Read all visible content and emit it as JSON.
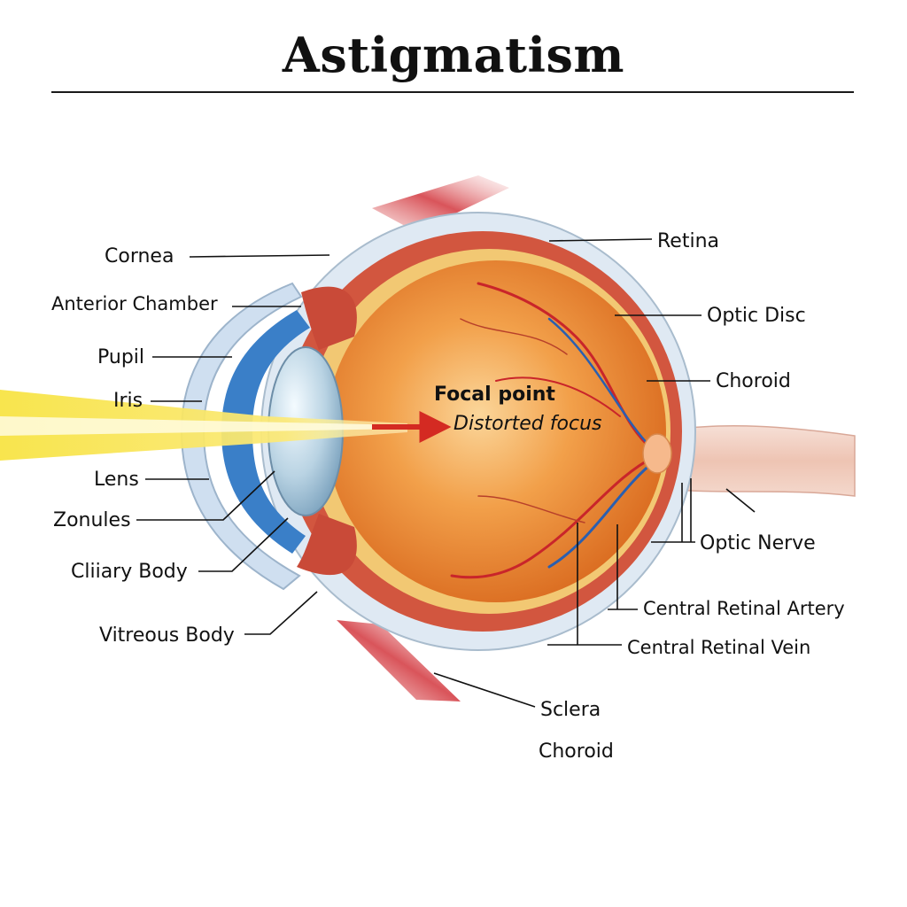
{
  "title": "Astigmatism",
  "annotations": {
    "focal_point": "Focal point",
    "distorted_focus": "Distorted focus"
  },
  "labels": {
    "cornea": "Cornea",
    "anterior_chamber": "Anterior Chamber",
    "pupil": "Pupil",
    "iris": "Iris",
    "lens": "Lens",
    "zonules": "Zonules",
    "ciliary_body": "Cliiary Body",
    "vitreous_body": "Vitreous Body",
    "retina": "Retina",
    "optic_disc": "Optic Disc",
    "choroid_right": "Choroid",
    "optic_nerve": "Optic Nerve",
    "central_retinal_artery": "Central Retinal Artery",
    "central_retinal_vein": "Central Retinal Vein",
    "sclera": "Sclera",
    "choroid_bottom": "Choroid"
  },
  "colors": {
    "sclera": "#dfe9f3",
    "choroid": "#d2563f",
    "retina": "#f2c873",
    "vitreous": "#e8842c",
    "iris": "#3a7fc8",
    "light_beam": "#f7e23a",
    "arrow": "#d42a22",
    "artery": "#c9252a",
    "vein": "#2a5fb0",
    "optic_nerve": "#efcdbf"
  }
}
